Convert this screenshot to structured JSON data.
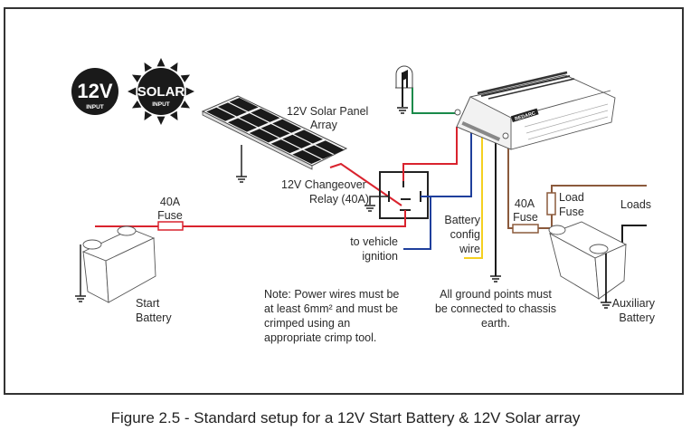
{
  "figure": {
    "caption": "Figure 2.5 - Standard setup for a 12V Start Battery & 12V Solar array"
  },
  "badges": {
    "input_12v": {
      "main": "12V",
      "sub": "INPUT"
    },
    "input_solar": {
      "main": "SOLAR",
      "sub": "INPUT"
    }
  },
  "components": {
    "solar_panel": {
      "line1": "12V Solar Panel",
      "line2": "Array"
    },
    "relay": {
      "line1": "12V Changeover",
      "line2": "Relay (40A)"
    },
    "start_fuse": {
      "line1": "40A",
      "line2": "Fuse"
    },
    "start_battery": {
      "line1": "Start",
      "line2": "Battery"
    },
    "ignition": {
      "line1": "to vehicle",
      "line2": "ignition"
    },
    "config_wire": {
      "line1": "Battery",
      "line2": "config",
      "line3": "wire"
    },
    "aux_fuse": {
      "line1": "40A",
      "line2": "Fuse"
    },
    "load_fuse": {
      "line1": "Load",
      "line2": "Fuse"
    },
    "loads": {
      "label": "Loads"
    },
    "aux_battery": {
      "line1": "Auxiliary",
      "line2": "Battery"
    },
    "charger_brand": "REDARC"
  },
  "notes": {
    "power_wires": [
      "Note: Power wires must be",
      "at least 6mm² and must be",
      "crimped using an",
      "appropriate crimp tool."
    ],
    "ground": [
      "All ground points must",
      "be connected to chassis",
      "earth."
    ]
  },
  "wire_colors": {
    "positive": "#d9232e",
    "ignition": "#1f3f9c",
    "config": "#f5d020",
    "ground": "#1a1a1a",
    "output": "#8b5a3c",
    "sensor": "#1a8a4a"
  }
}
